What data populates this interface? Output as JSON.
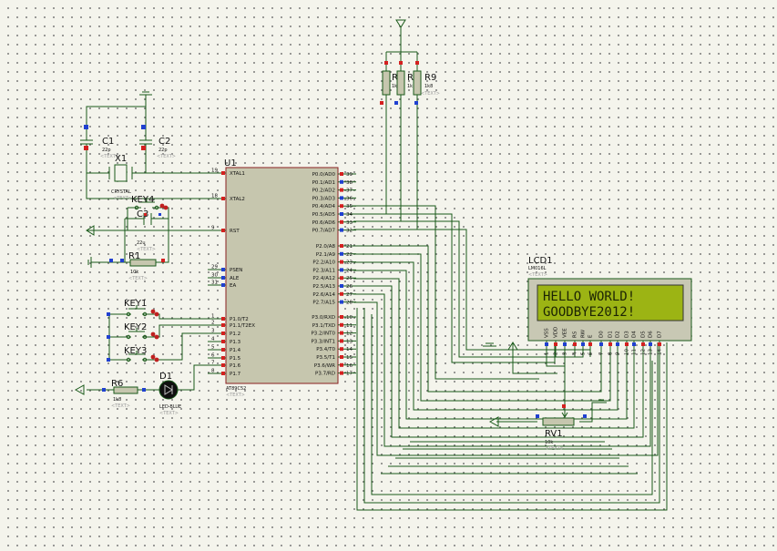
{
  "mcu": {
    "ref": "U1",
    "part": "AT89C52",
    "text": "<TEXT>",
    "left_pins": [
      {
        "num": "19",
        "name": "XTAL1"
      },
      {
        "num": "18",
        "name": "XTAL2"
      },
      {
        "num": "9",
        "name": "RST"
      },
      {
        "num": "29",
        "name": "PSEN"
      },
      {
        "num": "30",
        "name": "ALE"
      },
      {
        "num": "31",
        "name": "EA"
      },
      {
        "num": "1",
        "name": "P1.0/T2"
      },
      {
        "num": "2",
        "name": "P1.1/T2EX"
      },
      {
        "num": "3",
        "name": "P1.2"
      },
      {
        "num": "4",
        "name": "P1.3"
      },
      {
        "num": "5",
        "name": "P1.4"
      },
      {
        "num": "6",
        "name": "P1.5"
      },
      {
        "num": "7",
        "name": "P1.6"
      },
      {
        "num": "8",
        "name": "P1.7"
      }
    ],
    "right_pins": [
      {
        "num": "39",
        "name": "P0.0/AD0"
      },
      {
        "num": "38",
        "name": "P0.1/AD1"
      },
      {
        "num": "37",
        "name": "P0.2/AD2"
      },
      {
        "num": "36",
        "name": "P0.3/AD3"
      },
      {
        "num": "35",
        "name": "P0.4/AD4"
      },
      {
        "num": "34",
        "name": "P0.5/AD5"
      },
      {
        "num": "33",
        "name": "P0.6/AD6"
      },
      {
        "num": "32",
        "name": "P0.7/AD7"
      },
      {
        "num": "21",
        "name": "P2.0/A8"
      },
      {
        "num": "22",
        "name": "P2.1/A9"
      },
      {
        "num": "23",
        "name": "P2.2/A10"
      },
      {
        "num": "24",
        "name": "P2.3/A11"
      },
      {
        "num": "25",
        "name": "P2.4/A12"
      },
      {
        "num": "26",
        "name": "P2.5/A13"
      },
      {
        "num": "27",
        "name": "P2.6/A14"
      },
      {
        "num": "28",
        "name": "P2.7/A15"
      },
      {
        "num": "10",
        "name": "P3.0/RXD"
      },
      {
        "num": "11",
        "name": "P3.1/TXD"
      },
      {
        "num": "12",
        "name": "P3.2/INT0"
      },
      {
        "num": "13",
        "name": "P3.3/INT1"
      },
      {
        "num": "14",
        "name": "P3.4/T0"
      },
      {
        "num": "15",
        "name": "P3.5/T1"
      },
      {
        "num": "16",
        "name": "P3.6/WR"
      },
      {
        "num": "17",
        "name": "P3.7/RD"
      }
    ]
  },
  "lcd": {
    "ref": "LCD1",
    "part": "LM016L",
    "text": "<TEXT>",
    "line1": "HELLO WORLD!",
    "line2": "GOODBYE2012!",
    "pins": [
      {
        "num": "1",
        "name": "VSS"
      },
      {
        "num": "2",
        "name": "VDD"
      },
      {
        "num": "3",
        "name": "VEE"
      },
      {
        "num": "4",
        "name": "RS"
      },
      {
        "num": "5",
        "name": "RW"
      },
      {
        "num": "6",
        "name": "E"
      },
      {
        "num": "7",
        "name": "D0"
      },
      {
        "num": "8",
        "name": "D1"
      },
      {
        "num": "9",
        "name": "D2"
      },
      {
        "num": "10",
        "name": "D3"
      },
      {
        "num": "11",
        "name": "D4"
      },
      {
        "num": "12",
        "name": "D5"
      },
      {
        "num": "13",
        "name": "D6"
      },
      {
        "num": "14",
        "name": "D7"
      }
    ]
  },
  "components": {
    "c1": {
      "ref": "C1",
      "value": "22p",
      "text": "<TEXT>"
    },
    "c2": {
      "ref": "C2",
      "value": "22p",
      "text": "<TEXT>"
    },
    "x1": {
      "ref": "X1",
      "value": "CRYSTAL",
      "text": "<TEXT>"
    },
    "c3": {
      "ref": "C3",
      "value": "22u",
      "text": "<TEXT>"
    },
    "r1": {
      "ref": "R1",
      "value": "10k",
      "text": "<TEXT>"
    },
    "key1": {
      "ref": "KEY1"
    },
    "key2": {
      "ref": "KEY2"
    },
    "key3": {
      "ref": "KEY3"
    },
    "key4": {
      "ref": "KEY4"
    },
    "r6": {
      "ref": "R6",
      "value": "1k8",
      "text": "<TEXT>"
    },
    "d1": {
      "ref": "D1",
      "value": "LED-BLUE",
      "text": "<TEXT>"
    },
    "r7": {
      "ref": "R7",
      "value": "1k8"
    },
    "r8": {
      "ref": "R8",
      "value": "1k8"
    },
    "r9": {
      "ref": "R9",
      "value": "1k8",
      "text": "<TEXT>"
    },
    "rv1": {
      "ref": "RV1",
      "value": "10k",
      "text": "<TEXT>"
    }
  },
  "colors": {
    "wire": "#1a5a1a",
    "chip_fill": "#c6c6ae",
    "chip_border": "#8a2020",
    "lcd_screen": "#9cb414",
    "lcd_body": "#c8c8b4",
    "pin_red": "#d42020",
    "pin_blue": "#2040d0",
    "background": "#f4f4ec"
  },
  "icons": [
    "power-arrow-icon",
    "ground-icon",
    "resistor-icon",
    "capacitor-icon",
    "crystal-icon",
    "push-button-icon",
    "led-icon",
    "potentiometer-icon"
  ]
}
